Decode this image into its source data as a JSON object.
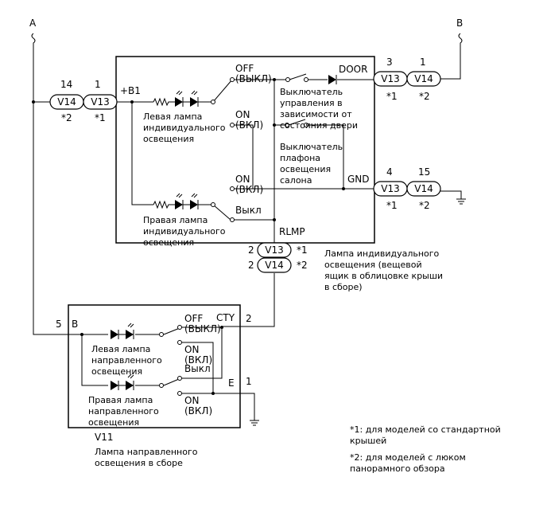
{
  "labels": {
    "point_a": "A",
    "point_b": "B",
    "pin_14": "14",
    "pin_1_left": "1",
    "b1": "+B1",
    "note2_left": "*2",
    "note1_left": "*1",
    "left_lamp": "Левая лампа индивидуального освещения",
    "off_1": "OFF",
    "off_1b": "(ВЫКЛ)",
    "on_1": "ON",
    "on_1b": "(ВКЛ)",
    "door": "DOOR",
    "door_switch": "Выключатель управления в зависимости от состояния двери",
    "pin_3": "3",
    "pin_1_top": "1",
    "note1_top": "*1",
    "note2_top": "*2",
    "dome_switch": "Выключатель плафона освещения салона",
    "on_2": "ON",
    "on_2b": "(ВКЛ)",
    "gnd": "GND",
    "pin_4": "4",
    "pin_15": "15",
    "note1_gnd": "*1",
    "note2_gnd": "*2",
    "off_2": "Выкл",
    "right_lamp": "Правая лампа индивидуального освещения",
    "rlmp": "RLMP",
    "pin_2a": "2",
    "pin_2b": "2",
    "note1_rlmp": "*1",
    "note2_rlmp": "*2",
    "assembly_desc": "Лампа индивидуального освещения (вещевой ящик в облицовке крыши в сборе)",
    "pin_5": "5",
    "b_pin": "B",
    "off_3": "OFF",
    "off_3b": "(ВЫКЛ)",
    "cty": "CTY",
    "pin_2c": "2",
    "left_dir_lamp": "Левая лампа направленного освещения",
    "on_3": "ON",
    "on_3b": "(ВКЛ)",
    "off_4": "Выкл",
    "e": "E",
    "pin_1_e": "1",
    "right_dir_lamp": "Правая лампа направленного освещения",
    "on_4": "ON",
    "on_4b": "(ВКЛ)",
    "v11": "V11",
    "v11_desc": "Лампа направленного освещения в сборе",
    "footnote1": "*1: для моделей со стандартной крышей",
    "footnote2": "*2: для моделей с люком панорамного обзора"
  },
  "connectors": {
    "v13": "V13",
    "v14": "V14"
  }
}
